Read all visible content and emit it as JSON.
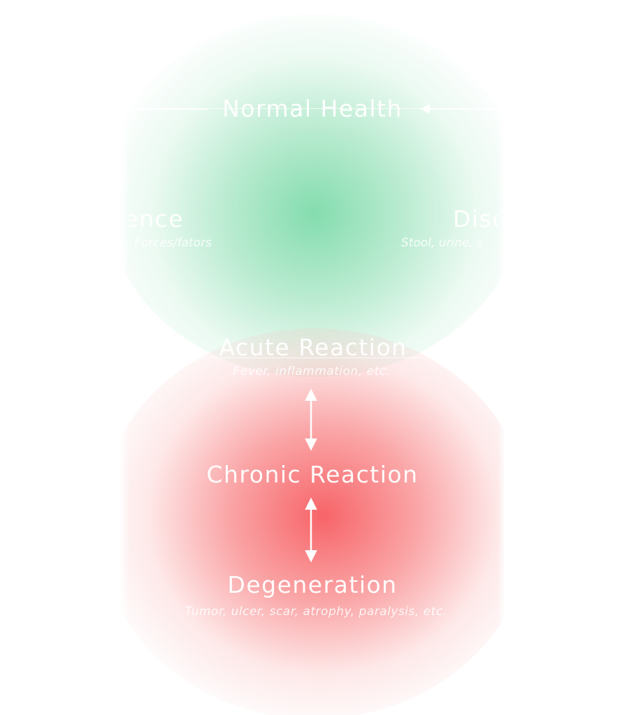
{
  "nodes": {
    "normal_health": {
      "title": "Normal Health"
    },
    "left": {
      "title": "ience",
      "sub": "Forces/fators"
    },
    "right": {
      "title": "Disc",
      "sub": "Stool, urine, s"
    },
    "acute": {
      "title": "Acute Reaction",
      "sub": "Fever, inflammation, etc."
    },
    "chronic": {
      "title": "Chronic Reaction"
    },
    "degeneration": {
      "title": "Degeneration",
      "sub": "Tumor, ulcer, scar, atrophy, paralysis, etc."
    }
  },
  "colors": {
    "health_zone": "#6ed6a0",
    "disease_zone": "#f65c60",
    "line": "#ffffff"
  }
}
